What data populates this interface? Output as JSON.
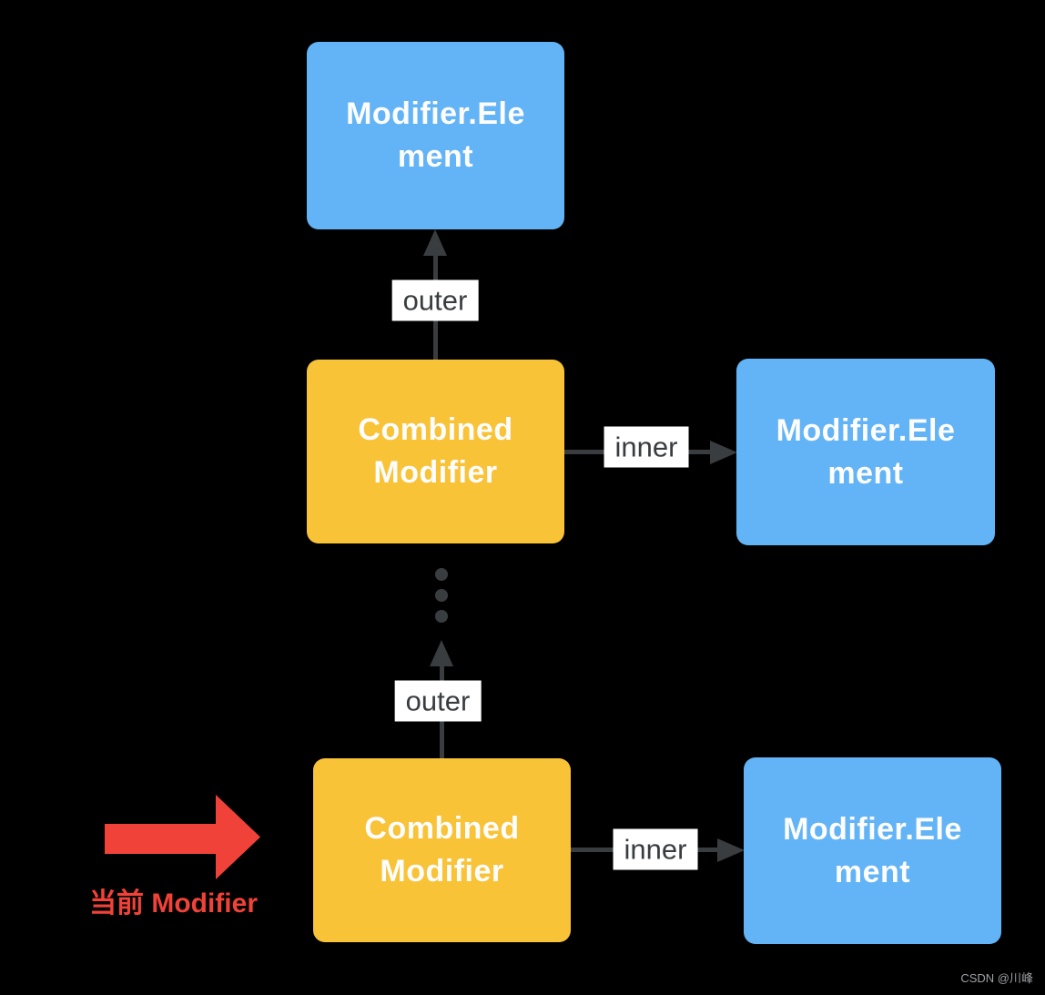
{
  "colors": {
    "background": "#000000",
    "node-blue": "#63B4F6",
    "node-yellow": "#F9C338",
    "node-text": "#FDFDFD",
    "arrow": "#3A3D40",
    "edge-label-bg": "#FFFFFF",
    "edge-label-text": "#3A3D40",
    "accent-red": "#F04238",
    "watermark": "#9EA0A3"
  },
  "nodes": {
    "top_element": {
      "label": "Modifier.Ele\nment"
    },
    "mid_combined": {
      "label": "Combined\nModifier"
    },
    "mid_element": {
      "label": "Modifier.Ele\nment"
    },
    "bottom_combined": {
      "label": "Combined\nModifier"
    },
    "bottom_element": {
      "label": "Modifier.Ele\nment"
    }
  },
  "edges": {
    "outer_top": {
      "label": "outer"
    },
    "inner_mid": {
      "label": "inner"
    },
    "outer_bottom": {
      "label": "outer"
    },
    "inner_bottom": {
      "label": "inner"
    }
  },
  "annotation": {
    "current_modifier": "当前 Modifier"
  },
  "watermark": {
    "text": "CSDN @川峰"
  }
}
